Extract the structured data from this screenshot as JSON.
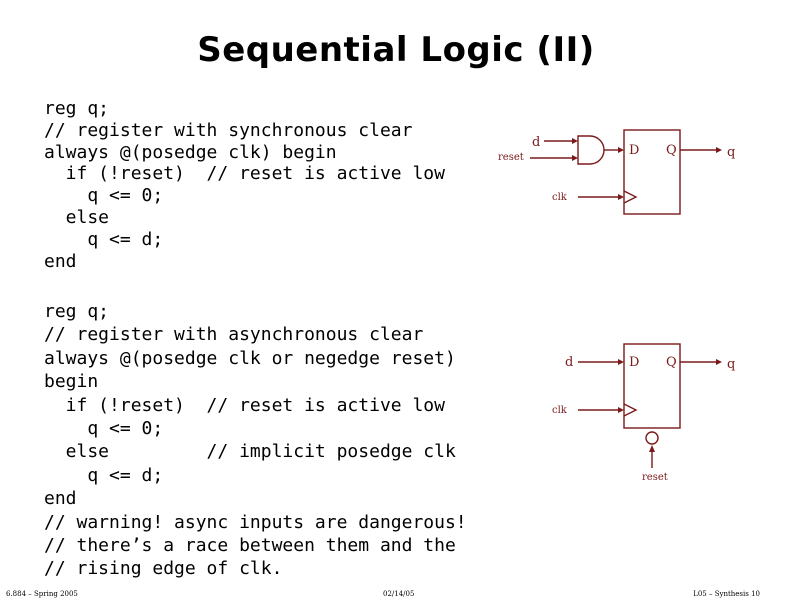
{
  "slide": {
    "title": "Sequential Logic (II)",
    "code_sync": "reg q;\n// register with synchronous clear\nalways @(posedge clk) begin\n  if (!reset)  // reset is active low\n    q <= 0;\n  else\n    q <= d;\nend",
    "code_async": "reg q;\n// register with asynchronous clear\nalways @(posedge clk or negedge reset)\nbegin\n  if (!reset)  // reset is active low\n    q <= 0;\n  else         // implicit posedge clk\n    q <= d;\nend\n// warning! async inputs are dangerous!\n// there’s a race between them and the\n// rising edge of clk."
  },
  "diagram_sync": {
    "d": "d",
    "reset": "reset",
    "clk": "clk",
    "D": "D",
    "Q": "Q",
    "q": "q"
  },
  "diagram_async": {
    "d": "d",
    "clk": "clk",
    "D": "D",
    "Q": "Q",
    "q": "q",
    "reset": "reset"
  },
  "footer": {
    "left": "6.884 – Spring 2005",
    "middle": "02/14/05",
    "right": "L05 – Synthesis  10"
  }
}
